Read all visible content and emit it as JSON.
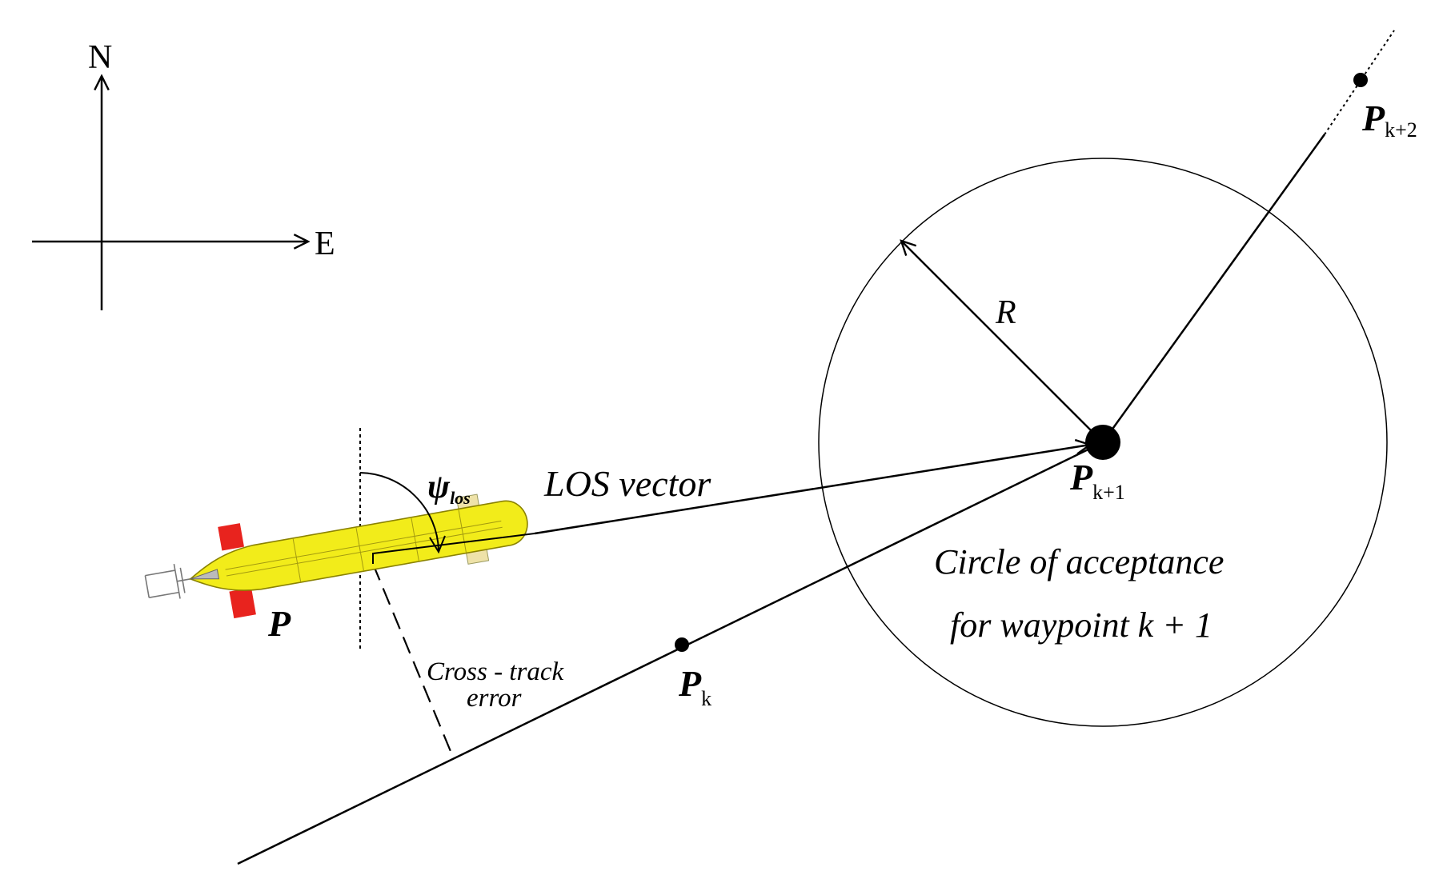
{
  "compass": {
    "north_label": "N",
    "east_label": "E"
  },
  "labels": {
    "radius": "R",
    "los_vector": "LOS vector",
    "psi_symbol": "ψ",
    "psi_subscript": "los",
    "vehicle_position": "P",
    "waypoint_symbol": "P",
    "waypoint_k_sub": "k",
    "waypoint_k1_sub": "k+1",
    "waypoint_k2_sub": "k+2",
    "cross_track_line1": "Cross - track",
    "cross_track_line2": "error",
    "circle_line1": "Circle of  acceptance",
    "circle_line2": "for waypoint k + 1"
  },
  "colors": {
    "line": "#000000",
    "vehicle_body": "#f2ec1a",
    "vehicle_outline": "#8a8200",
    "vehicle_fin": "#e8231e",
    "vehicle_tab": "#eee2a8"
  }
}
